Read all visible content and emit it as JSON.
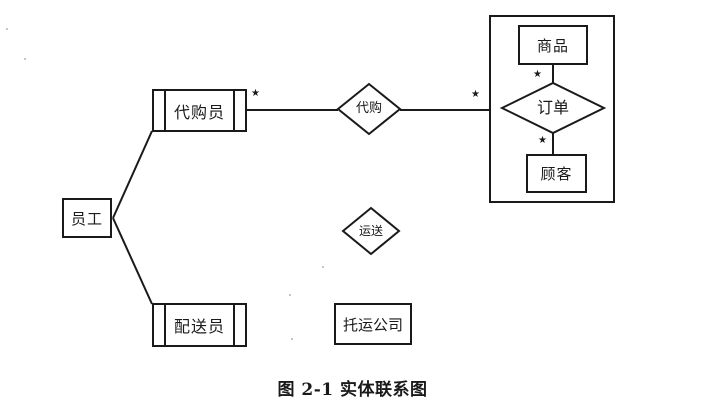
{
  "colors": {
    "ink": "#1a1a1a",
    "background": "#ffffff"
  },
  "caption": "图 2-1  实体联系图",
  "entities": {
    "employee": {
      "label": "员工"
    },
    "purchasing_agent": {
      "label": "代购员"
    },
    "delivery_agent": {
      "label": "配送员"
    },
    "product": {
      "label": "商品"
    },
    "customer": {
      "label": "顾客"
    },
    "shipping_company": {
      "label": "托运公司"
    }
  },
  "relationships": {
    "purchasing": {
      "label": "代购"
    },
    "order": {
      "label": "订单"
    },
    "shipping": {
      "label": "运送"
    }
  },
  "cardinality": {
    "many_marker": "★"
  }
}
